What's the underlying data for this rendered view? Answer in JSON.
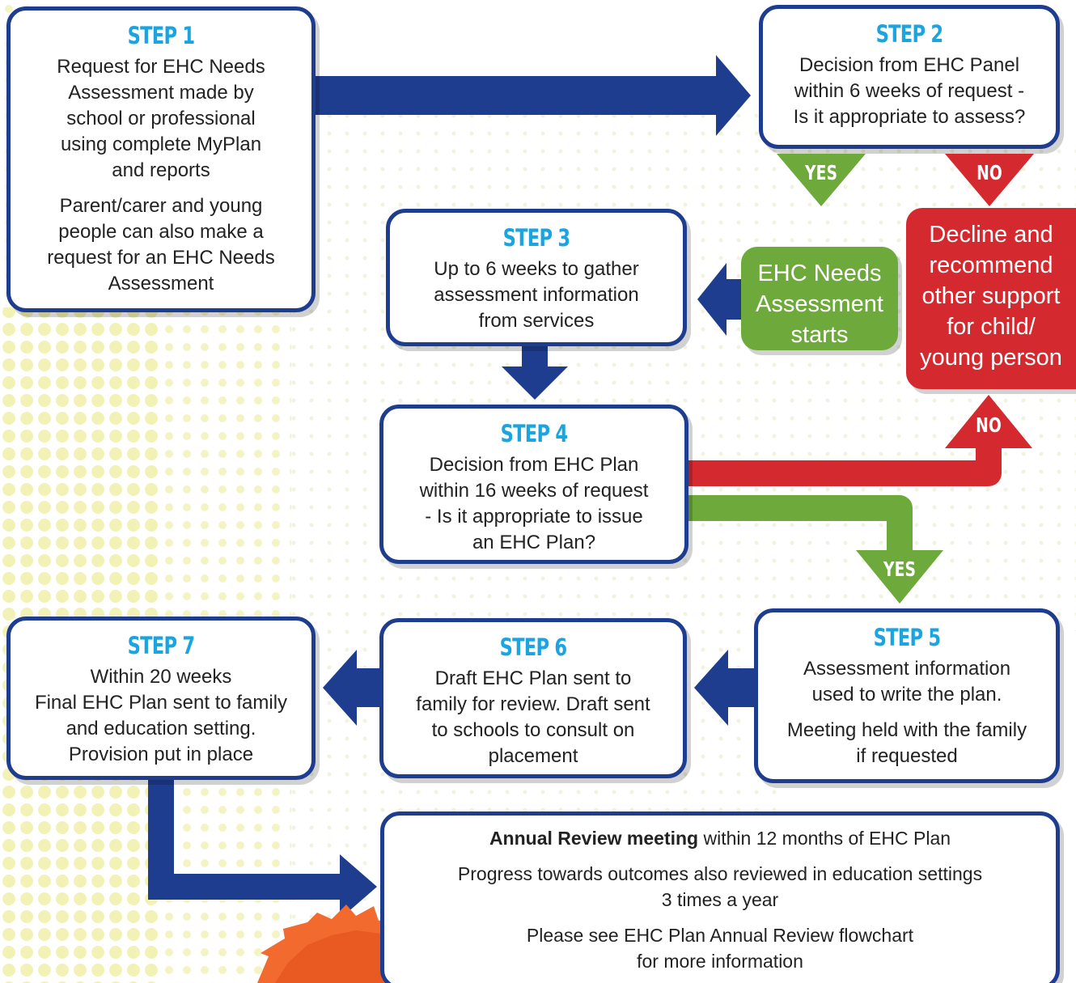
{
  "colors": {
    "navy": "#1e3d8f",
    "title_blue": "#1aa4e0",
    "green": "#6ea93b",
    "red": "#d42a2f",
    "mascot_orange": "#f26a2e",
    "dots": "#f3f2b6"
  },
  "steps": [
    {
      "title": "STEP 1",
      "lines": [
        "Request for EHC Needs",
        "Assessment made by",
        "school or professional",
        "using complete MyPlan",
        "and reports"
      ],
      "lines2": [
        "Parent/carer and young",
        "people can also make a",
        "request for an EHC Needs",
        "Assessment"
      ]
    },
    {
      "title": "STEP 2",
      "lines": [
        "Decision from EHC Panel",
        "within 6 weeks of  request -",
        "Is it appropriate to assess?"
      ]
    },
    {
      "title": "STEP 3",
      "lines": [
        "Up to 6 weeks to gather",
        "assessment information",
        "from services"
      ]
    },
    {
      "title": "STEP 4",
      "lines": [
        "Decision from EHC Plan",
        "within 16 weeks of  request",
        "- Is it appropriate to issue",
        "an EHC Plan?"
      ]
    },
    {
      "title": "STEP 5",
      "lines": [
        "Assessment information",
        "used to write the plan."
      ],
      "lines2": [
        "Meeting held with the family",
        "if  requested"
      ]
    },
    {
      "title": "STEP 6",
      "lines": [
        "Draft EHC Plan sent to",
        "family for review. Draft sent",
        "to schools to consult on",
        "placement"
      ]
    },
    {
      "title": "STEP 7",
      "lines": [
        "Within 20 weeks",
        "Final EHC Plan sent to family",
        "and education setting.",
        "Provision put in place"
      ]
    }
  ],
  "assessment_starts": [
    "EHC Needs",
    "Assessment",
    "starts"
  ],
  "decline": [
    "Decline and",
    "recommend",
    "other support",
    "for child/",
    "young person"
  ],
  "labels": {
    "yes": "YES",
    "no": "NO"
  },
  "annual_review": {
    "bold": "Annual Review meeting",
    "rest": " within 12 months of  EHC Plan",
    "line2": [
      "Progress towards outcomes also reviewed in education settings",
      "3 times a year"
    ],
    "line3": [
      "Please see EHC Plan Annual Review flowchart",
      "for more information"
    ]
  },
  "mascot": {
    "name": "mascot-character",
    "color": "#f26a2e"
  }
}
